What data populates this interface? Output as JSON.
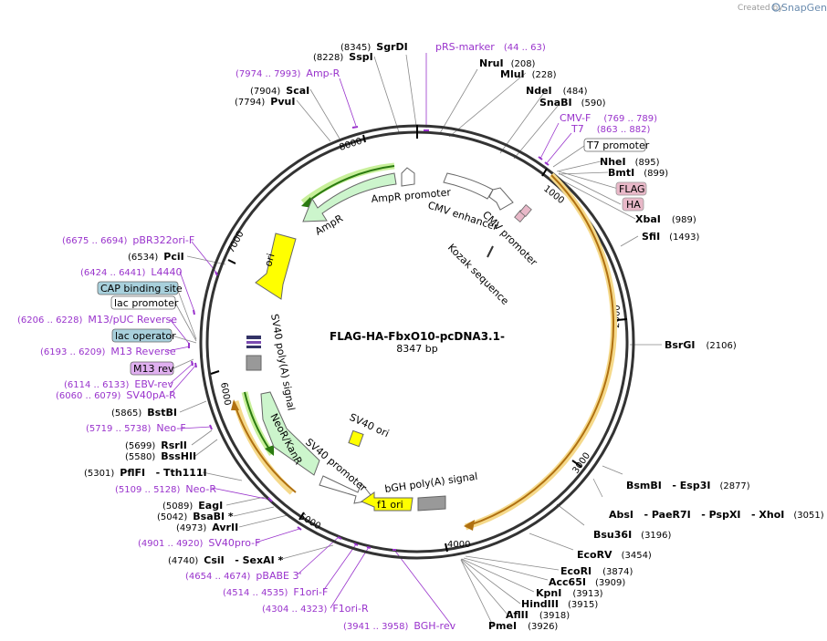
{
  "header": {
    "created_by": "Created by",
    "brand": "SnapGene"
  },
  "plasmid": {
    "name": "FLAG-HA-FbxO10-pcDNA3.1-",
    "size_label": "8347 bp"
  },
  "ticks": [
    "1000",
    "2000",
    "3000",
    "4000",
    "5000",
    "6000",
    "7000",
    "8000"
  ],
  "sites": [
    {
      "name": "SgrDI",
      "pos": "(8345)"
    },
    {
      "name": "SspI",
      "pos": "(8228)"
    },
    {
      "name": "ScaI",
      "pos": "(7904)"
    },
    {
      "name": "PvuI",
      "pos": "(7794)"
    },
    {
      "name": "NruI",
      "pos": "(208)"
    },
    {
      "name": "MluI",
      "pos": "(228)"
    },
    {
      "name": "NdeI",
      "pos": "(484)"
    },
    {
      "name": "SnaBI",
      "pos": "(590)"
    },
    {
      "name": "NheI",
      "pos": "(895)"
    },
    {
      "name": "BmtI",
      "pos": "(899)"
    },
    {
      "name": "XbaI",
      "pos": "(989)"
    },
    {
      "name": "SfiI",
      "pos": "(1493)"
    },
    {
      "name": "BsrGI",
      "pos": "(2106)"
    },
    {
      "name": "BsmBI   - Esp3I",
      "pos": "(2877)"
    },
    {
      "name": "AbsI   - PaeR7I   - PspXI   - XhoI",
      "pos": "(3051)"
    },
    {
      "name": "Bsu36I",
      "pos": "(3196)"
    },
    {
      "name": "EcoRV",
      "pos": "(3454)"
    },
    {
      "name": "EcoRI",
      "pos": "(3874)"
    },
    {
      "name": "Acc65I",
      "pos": "(3909)"
    },
    {
      "name": "KpnI",
      "pos": "(3913)"
    },
    {
      "name": "HindIII",
      "pos": "(3915)"
    },
    {
      "name": "AflII",
      "pos": "(3918)"
    },
    {
      "name": "PmeI",
      "pos": "(3926)"
    },
    {
      "name": "PciI",
      "pos": "(6534)"
    },
    {
      "name": "BstBI",
      "pos": "(5865)"
    },
    {
      "name": "RsrII",
      "pos": "(5699)"
    },
    {
      "name": "BssHII",
      "pos": "(5580)"
    },
    {
      "name": "PflFI   - Tth111I",
      "pos": "(5301)"
    },
    {
      "name": "EagI",
      "pos": "(5089)"
    },
    {
      "name": "BsaBI *",
      "pos": "(5042)"
    },
    {
      "name": "AvrII",
      "pos": "(4973)"
    },
    {
      "name": "CsiI   - SexAI *",
      "pos": "(4740)"
    }
  ],
  "primers": [
    {
      "name": "pRS-marker",
      "pos": "(44 .. 63)"
    },
    {
      "name": "Amp-R",
      "pos": "(7974 .. 7993)"
    },
    {
      "name": "CMV-F",
      "pos": "(769 .. 789)"
    },
    {
      "name": "T7",
      "pos": "(863 .. 882)"
    },
    {
      "name": "pBR322ori-F",
      "pos": "(6675 .. 6694)"
    },
    {
      "name": "L4440",
      "pos": "(6424 .. 6441)"
    },
    {
      "name": "M13/pUC Reverse",
      "pos": "(6206 .. 6228)"
    },
    {
      "name": "M13 Reverse",
      "pos": "(6193 .. 6209)"
    },
    {
      "name": "EBV-rev",
      "pos": "(6114 .. 6133)"
    },
    {
      "name": "SV40pA-R",
      "pos": "(6060 .. 6079)"
    },
    {
      "name": "Neo-F",
      "pos": "(5719 .. 5738)"
    },
    {
      "name": "Neo-R",
      "pos": "(5109 .. 5128)"
    },
    {
      "name": "SV40pro-F",
      "pos": "(4901 .. 4920)"
    },
    {
      "name": "pBABE 3'",
      "pos": "(4654 .. 4674)"
    },
    {
      "name": "F1ori-F",
      "pos": "(4514 .. 4535)"
    },
    {
      "name": "F1ori-R",
      "pos": "(4304 .. 4323)"
    },
    {
      "name": "BGH-rev",
      "pos": "(3941 .. 3958)"
    }
  ],
  "boxes": [
    {
      "name": "T7 promoter"
    },
    {
      "name": "FLAG"
    },
    {
      "name": "HA"
    },
    {
      "name": "CAP binding site"
    },
    {
      "name": "lac promoter"
    },
    {
      "name": "lac operator"
    },
    {
      "name": "M13 rev"
    }
  ],
  "features": {
    "ampr_promoter": "AmpR promoter",
    "ampr": "AmpR",
    "cmv_enhancer": "CMV enhancer",
    "cmv_promoter": "CMV promoter",
    "kozak": "Kozak sequence",
    "ori": "ori",
    "sv40_polya": "SV40 poly(A) signal",
    "neor": "NeoR/KanR",
    "sv40_promoter": "SV40 promoter",
    "sv40_ori": "SV40 ori",
    "bgh_polya": "bGH poly(A) signal",
    "f1_ori": "f1 ori"
  },
  "colors": {
    "ring": "#333333",
    "primer": "#9933cc",
    "insert": "#e8a33d",
    "ampr_fill": "#ccf5cc",
    "ori_fill": "#ffff00",
    "feature_outline": "#666666",
    "cap_fill": "#a8d0dc",
    "flag_fill": "#e8b8c8",
    "m13_fill": "#e0b0f0"
  }
}
